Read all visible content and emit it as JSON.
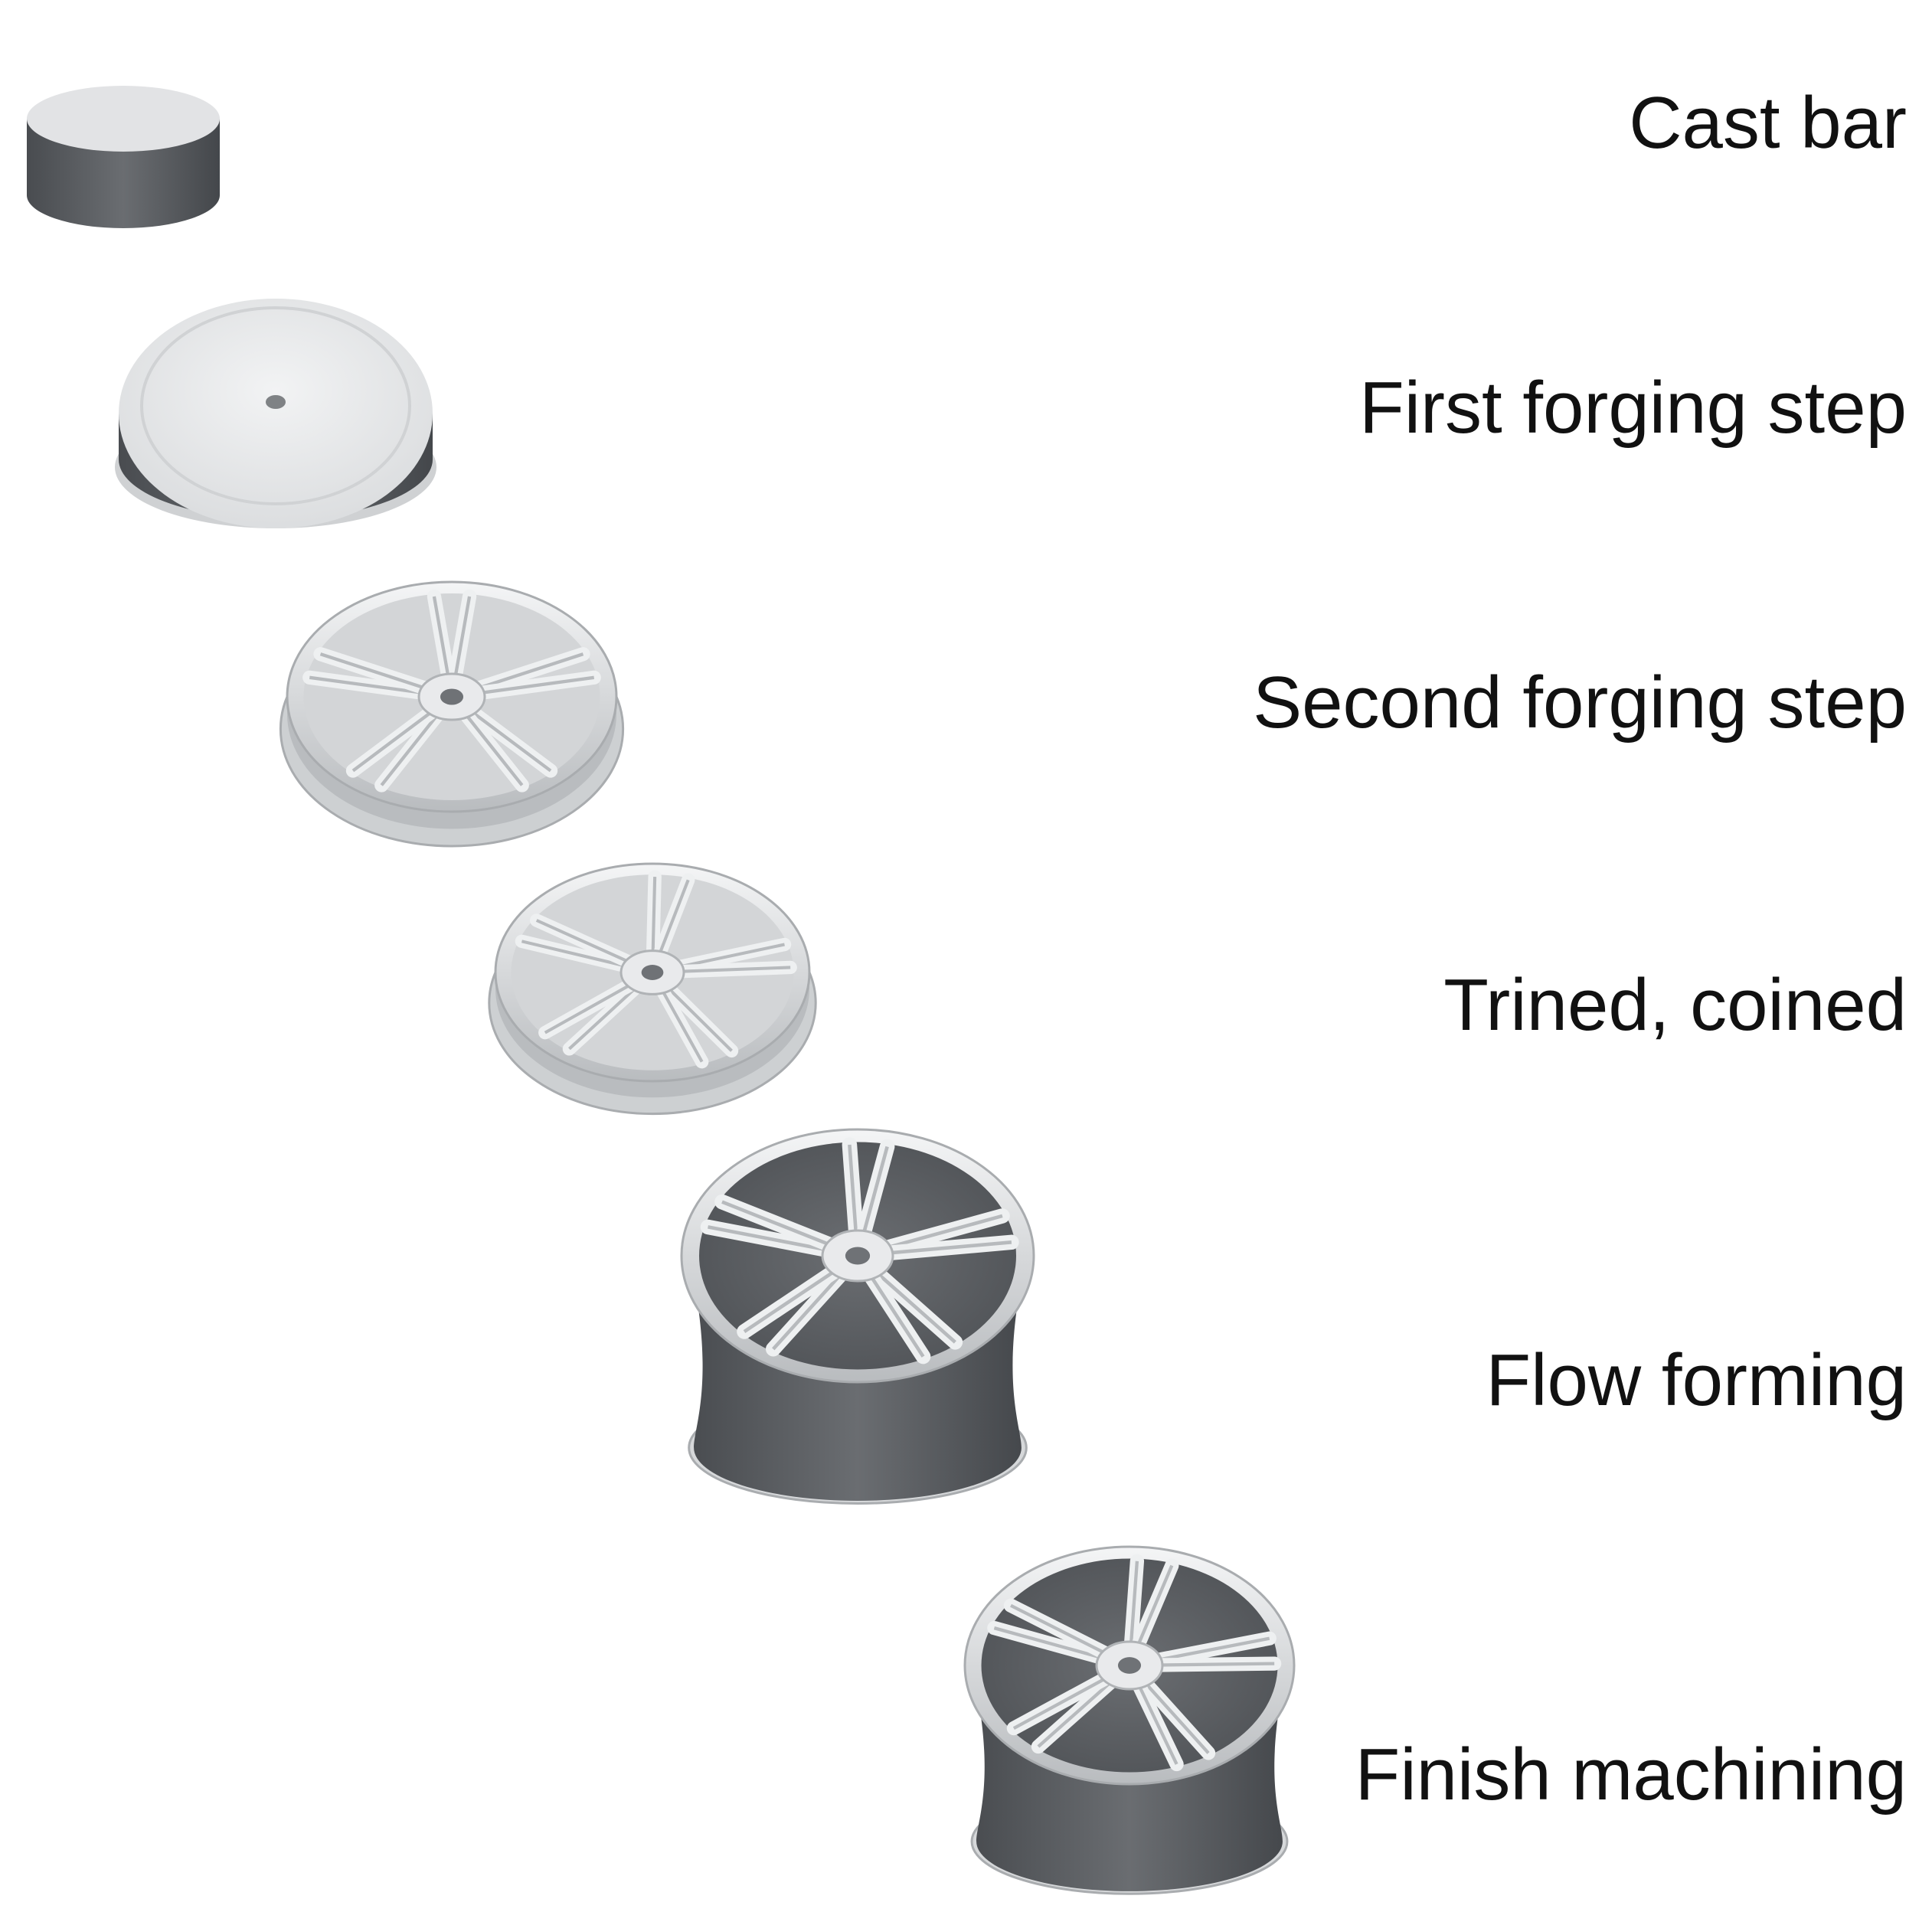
{
  "steps": [
    {
      "label": "Cast bar",
      "shape": "bar"
    },
    {
      "label": "First forging step",
      "shape": "disc"
    },
    {
      "label": "Second forging step",
      "shape": "preform"
    },
    {
      "label": "Trined, coined",
      "shape": "preform"
    },
    {
      "label": "Flow forming",
      "shape": "wheel"
    },
    {
      "label": "Finish machining",
      "shape": "wheel"
    }
  ],
  "colors": {
    "background": "#ffffff",
    "metal_light": "#e6e7e9",
    "metal_mid": "#c7c9cc",
    "metal_dark": "#5b5e62",
    "text": "#111111"
  }
}
